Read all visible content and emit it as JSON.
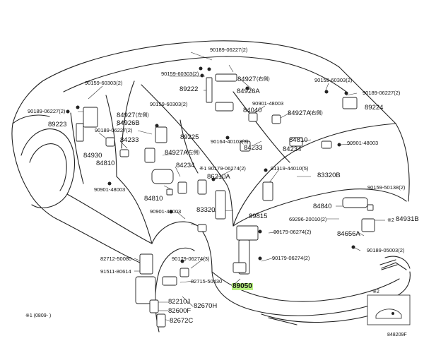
{
  "diagram": {
    "labels": {
      "l01": "90189-06227(2)",
      "l02": "90159-60303(2)",
      "l03": "84927",
      "l04": "(右側)",
      "l05": "89222",
      "l06": "84926A",
      "l07": "90159-60303(2)",
      "l08": "90189-06227(2)",
      "l09": "90159-60303(2)",
      "l10": "90189-06227(2)",
      "l11": "84927",
      "l12": "(左側)",
      "l13": "84926B",
      "l14": "89223",
      "l15": "90189-06227(2)",
      "l16": "90159-60303(2)",
      "l17": "89225",
      "l18": "84930",
      "l19": "84233",
      "l20": "84810",
      "l21": "84927A",
      "l22": "(左側)",
      "l23": "84234",
      "l24": "90901-48003",
      "l25": "84040",
      "l26": "90901-48003",
      "l27": "84927A",
      "l28": "(右側)",
      "l29": "89224",
      "l30": "90164-40103(3)",
      "l31": "84233",
      "l32": "84810",
      "l33": "84234",
      "l34": "90901-48003",
      "l35": "※1 90179-06274(2)",
      "l36": "86210A",
      "l37": "91319-44010(5)",
      "l38": "83320B",
      "l39": "84810",
      "l40": "90901-48003",
      "l41": "83320",
      "l42": "89815",
      "l43": "90159-50138(2)",
      "l44": "84840",
      "l45": "69296-20010(2)",
      "l46": "※2",
      "l47": "84931B",
      "l48": "90179-06274(2)",
      "l49": "84656A",
      "l50": "90189-05003(2)",
      "l51": "90179-06274(2)",
      "l52": "82712-50080",
      "l53": "91511-80614",
      "l54": "90179-06274(3)",
      "l55": "82715-50430",
      "l56": "89050",
      "l57": "82210J",
      "l58": "82600F",
      "l59": "82672C",
      "l60": "82670H",
      "l61": "※1 (0809-    )",
      "l62": "※2",
      "l63": "848209F"
    }
  }
}
